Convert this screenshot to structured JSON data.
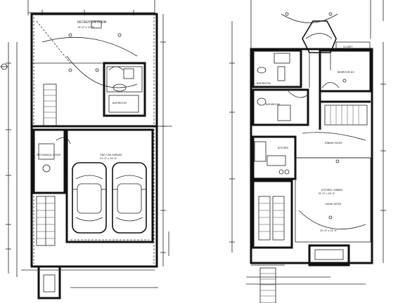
{
  "plans": {
    "lower": {
      "rooms": {
        "recreation": {
          "name": "RECREATION ROOM",
          "size": "14'-0\" x 12'-0\""
        },
        "bath": {
          "name": "BATHROOM"
        },
        "mechanical": {
          "name": "MECHANICAL ROOM"
        },
        "garage": {
          "name": "TWO CAR GARAGE",
          "size": "21'-0\" x 20'-0\""
        }
      }
    },
    "upper": {
      "rooms": {
        "closet": {
          "name": "CLOSET"
        },
        "bedroom": {
          "name": "BEDROOM #2"
        },
        "bathroom_a": {
          "name": "BATHROOM"
        },
        "bathroom_b": {
          "name": "BATHROOM"
        },
        "kitchen": {
          "name": "KITCHEN"
        },
        "dining": {
          "name": "DINING ROOM"
        },
        "kitchen_dining": {
          "name": "KITCHEN / DINING",
          "size": "15'-0\" x 16'-0\""
        },
        "living": {
          "name": "LIVING ROOM"
        },
        "living_dims": {
          "size": "15'-0\" x 14'-0\""
        }
      }
    }
  }
}
